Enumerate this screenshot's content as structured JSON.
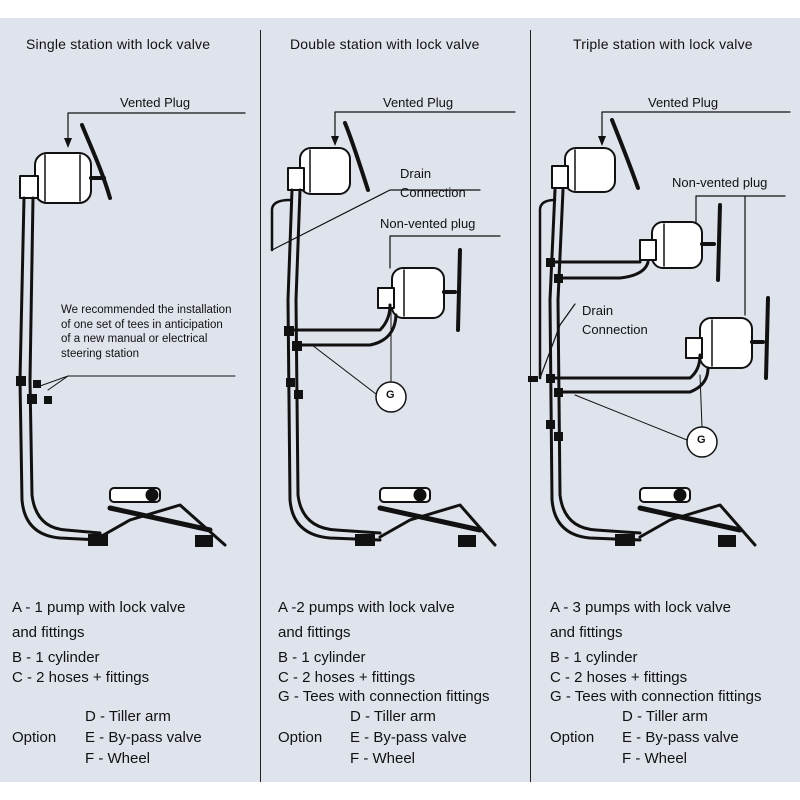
{
  "panels": [
    {
      "title": "Single station with lock valve",
      "vented": "Vented Plug",
      "note": "We recommended the installation\nof one set of tees in anticipation\nof a new manual or electrical\nsteering station",
      "legend": [
        "A - 1 pump with lock valve",
        "and fittings",
        "B - 1 cylinder",
        "C - 2 hoses + fittings"
      ],
      "option": {
        "label": "Option",
        "items": [
          "D - Tiller arm",
          "E - By-pass valve",
          "F - Wheel"
        ]
      }
    },
    {
      "title": "Double station with lock valve",
      "vented": "Vented Plug",
      "drain": [
        "Drain",
        "Connection"
      ],
      "nonvented": "Non-vented plug",
      "g": "G",
      "legend": [
        "A -2 pumps with lock valve",
        "and fittings",
        "B - 1 cylinder",
        "C - 2 hoses + fittings",
        "G - Tees with connection fittings"
      ],
      "option": {
        "label": "Option",
        "items": [
          "D - Tiller arm",
          "E - By-pass valve",
          "F - Wheel"
        ]
      }
    },
    {
      "title": "Triple station with lock valve",
      "vented": "Vented Plug",
      "drain": [
        "Drain",
        "Connection"
      ],
      "nonvented": "Non-vented plug",
      "g": "G",
      "legend": [
        "A - 3 pumps with lock valve",
        "and fittings",
        "B - 1 cylinder",
        "C - 2 hoses + fittings",
        "G - Tees with connection fittings"
      ],
      "option": {
        "label": "Option",
        "items": [
          "D - Tiller arm",
          "E - By-pass valve",
          "F - Wheel"
        ]
      }
    }
  ],
  "colors": {
    "background": "#dfe3ec",
    "ink": "#111111"
  }
}
